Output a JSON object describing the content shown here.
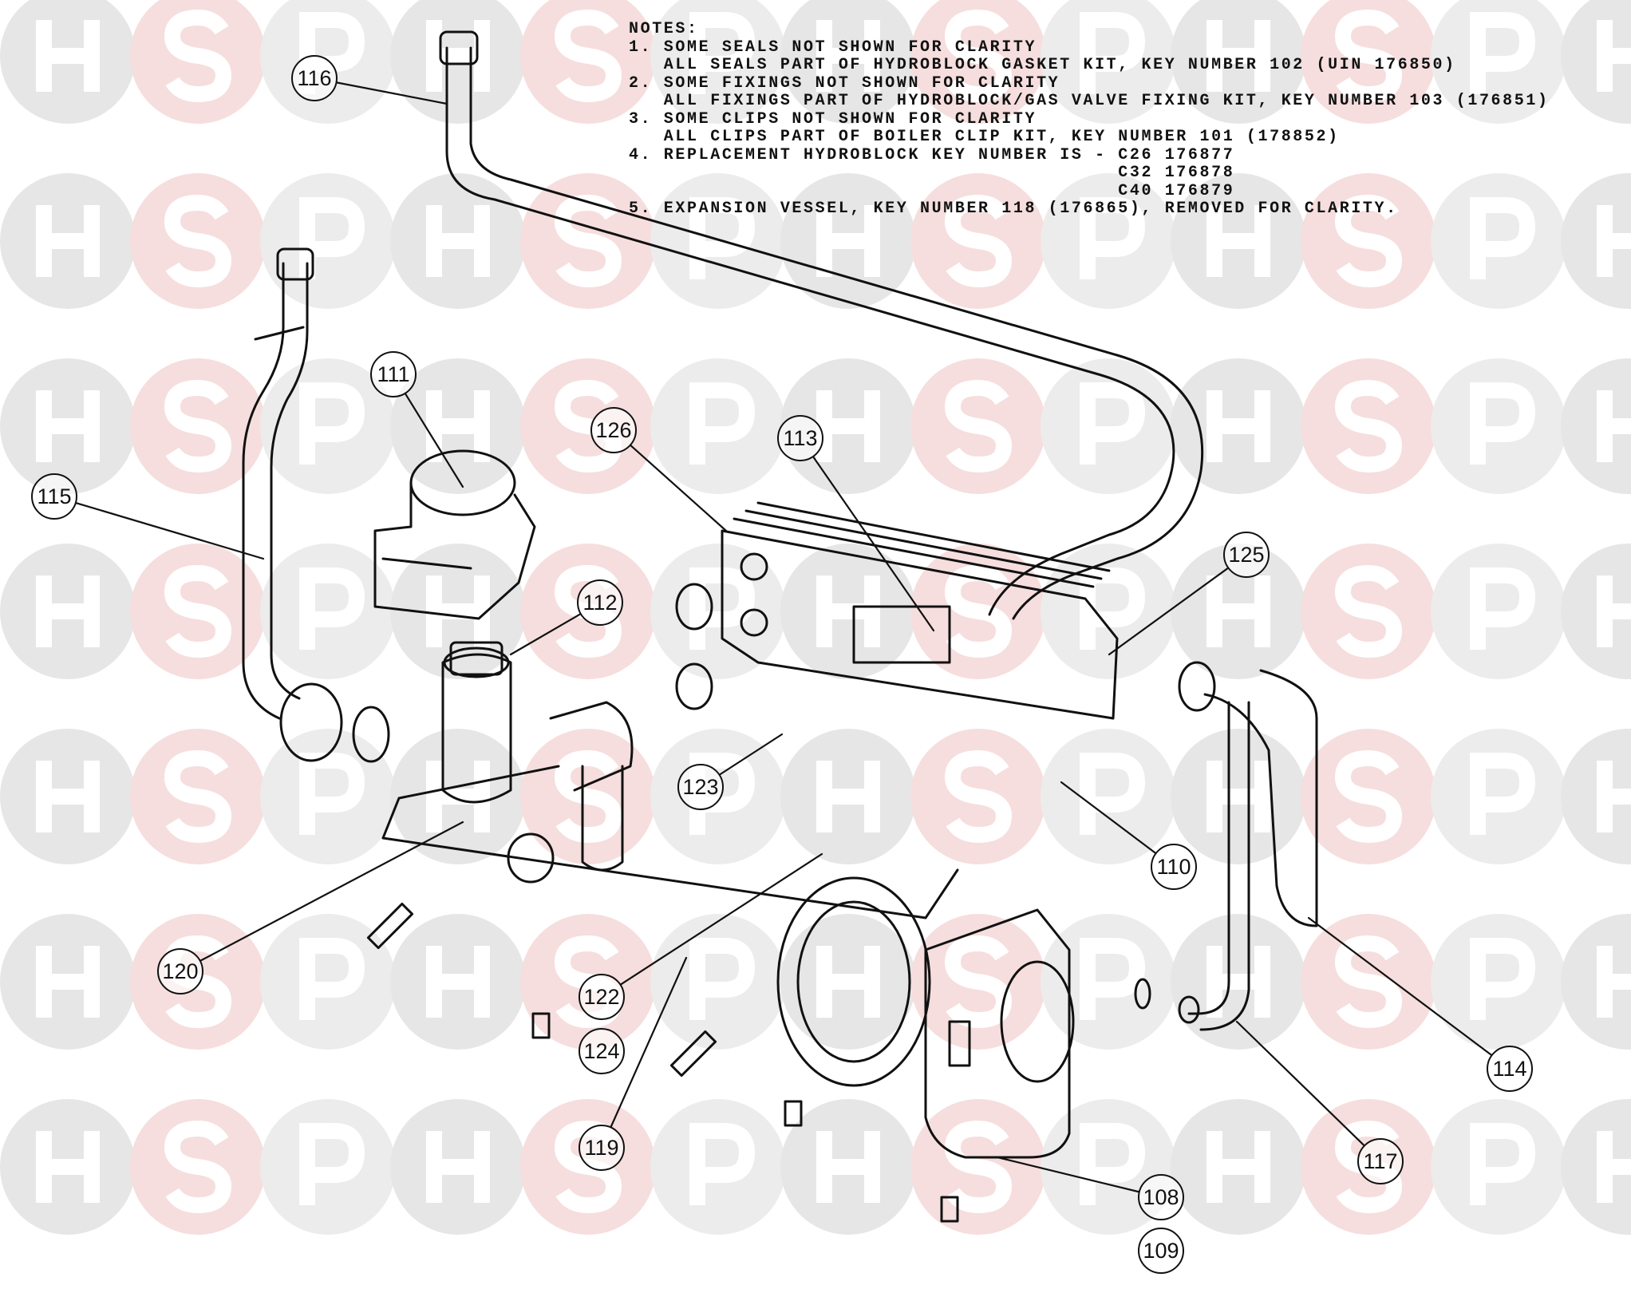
{
  "watermark": {
    "letters": [
      "H",
      "S",
      "P"
    ],
    "colors": {
      "H": "#e6e6e6",
      "S": "#f6dede",
      "P": "#ececec"
    }
  },
  "notes": {
    "heading": "NOTES:",
    "lines": [
      "1. SOME SEALS NOT SHOWN FOR CLARITY",
      "   ALL SEALS PART OF HYDROBLOCK GASKET KIT, KEY NUMBER 102 (UIN 176850)",
      "2. SOME FIXINGS NOT SHOWN FOR CLARITY",
      "   ALL FIXINGS PART OF HYDROBLOCK/GAS VALVE FIXING KIT, KEY NUMBER 103 (176851)",
      "3. SOME CLIPS NOT SHOWN FOR CLARITY",
      "   ALL CLIPS PART OF BOILER CLIP KIT, KEY NUMBER 101 (178852)",
      "4. REPLACEMENT HYDROBLOCK KEY NUMBER IS - C26 176877",
      "                                          C32 176878",
      "                                          C40 176879",
      "5. EXPANSION VESSEL, KEY NUMBER 118 (176865), REMOVED FOR CLARITY."
    ]
  },
  "callouts": [
    "116",
    "115",
    "111",
    "126",
    "113",
    "112",
    "125",
    "123",
    "110",
    "120",
    "122",
    "124",
    "119",
    "114",
    "117",
    "108",
    "109"
  ]
}
